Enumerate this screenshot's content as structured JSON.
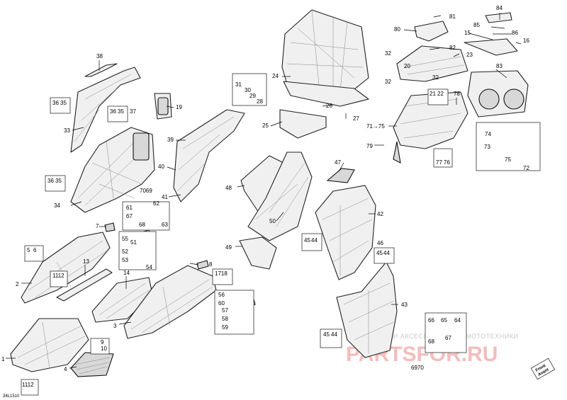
{
  "figure_code": "34L1510",
  "watermark_text": "ЗАПЧАСТИ И АКСЕССУАРЫ ДЛЯ МОТОТЕХНИКИ",
  "logo_text": "PARTSFOR.RU",
  "front_label_line1": "Front",
  "front_label_line2": "Avant",
  "callouts": {
    "c1": "1",
    "c2": "2",
    "c3": "3",
    "c4": "4",
    "c5": "5",
    "c6": "6",
    "c7": "7",
    "c8": "8",
    "c9": "9",
    "c10": "10",
    "c11": "11",
    "c12": "12",
    "c13": "13",
    "c14": "14",
    "c15": "15",
    "c16": "16",
    "c17": "17",
    "c18": "18",
    "c19": "19",
    "c20": "20",
    "c21": "21",
    "c22": "22",
    "c23": "23",
    "c24": "24",
    "c25": "25",
    "c26": "26",
    "c27": "27",
    "c28": "28",
    "c29": "29",
    "c30": "30",
    "c31": "31",
    "c32": "32",
    "c32b": "32",
    "c32c": "32",
    "c33": "33",
    "c34": "34",
    "c35": "35",
    "c35b": "35",
    "c35c": "35",
    "c36": "36",
    "c36b": "36",
    "c36c": "36",
    "c37": "37",
    "c38": "38",
    "c39": "39",
    "c40": "40",
    "c41": "41",
    "c42": "42",
    "c43": "43",
    "c44": "44",
    "c44b": "44",
    "c44c": "44",
    "c45": "45",
    "c45b": "45",
    "c45c": "45",
    "c46": "46",
    "c47": "47",
    "c48": "48",
    "c49": "49",
    "c50": "50",
    "c51": "51",
    "c52": "52",
    "c53": "53",
    "c54": "54",
    "c55": "55",
    "c56": "56",
    "c57": "57",
    "c58": "58",
    "c59": "59",
    "c60": "60",
    "c61": "61",
    "c62": "62",
    "c63": "63",
    "c64": "64",
    "c65": "65",
    "c66": "66",
    "c67": "67",
    "c67b": "67",
    "c68": "68",
    "c68b": "68",
    "c6970": "6970",
    "c7069": "7069",
    "c71_75": "71→75",
    "c72": "72",
    "c73": "73",
    "c74": "74",
    "c75": "75",
    "c76": "76",
    "c77": "77",
    "c78": "78",
    "c79": "79",
    "c80": "80",
    "c81": "81",
    "c82": "82",
    "c83": "83",
    "c84": "84",
    "c85": "85",
    "c86": "86",
    "c1112": "1112",
    "c1112b": "1112",
    "c1718": "1718"
  }
}
